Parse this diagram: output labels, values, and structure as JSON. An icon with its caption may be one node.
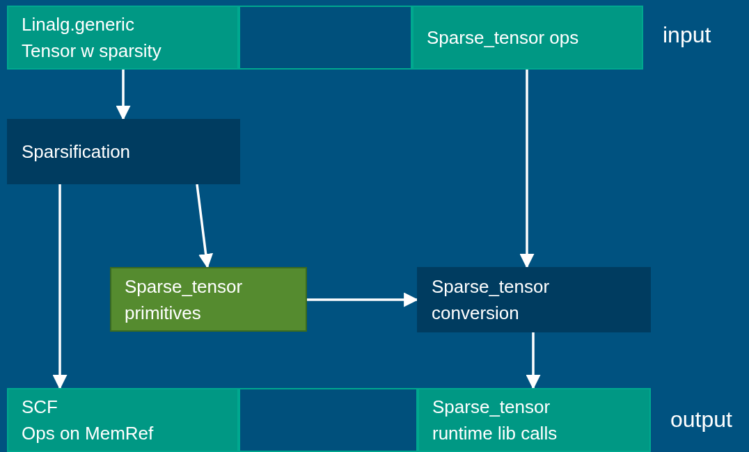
{
  "diagram": {
    "nodes": [
      {
        "text": [
          "Linalg.generic Tensor w sparsity"
        ]
      },
      {
        "text": [],
        "shape": "box"
      },
      {
        "text": [
          "Sparse_tensor ops"
        ]
      },
      {
        "text": [
          "Sparsification"
        ]
      },
      {
        "text": [
          "Sparse_tensor primitives"
        ]
      },
      {
        "text": [
          "Sparse_tensor conversion"
        ]
      },
      {
        "text": [
          "SCF",
          "Ops on MemRef"
        ]
      },
      {
        "text": [],
        "shape": "box"
      },
      {
        "text": [
          "Sparse_tensor runtime lib calls"
        ]
      }
    ],
    "edges": [
      {
        "from": 0,
        "to": 3,
        "arrow": "to"
      },
      {
        "from": 2,
        "to": 5,
        "arrow": "to"
      },
      {
        "from": 3,
        "to": 6,
        "arrow": "to"
      },
      {
        "from": 3,
        "to": 4,
        "arrow": "to"
      },
      {
        "from": 4,
        "to": 5,
        "arrow": "to"
      },
      {
        "from": 5,
        "to": 8,
        "arrow": "to"
      }
    ],
    "labels": [
      "input",
      "output"
    ]
  }
}
